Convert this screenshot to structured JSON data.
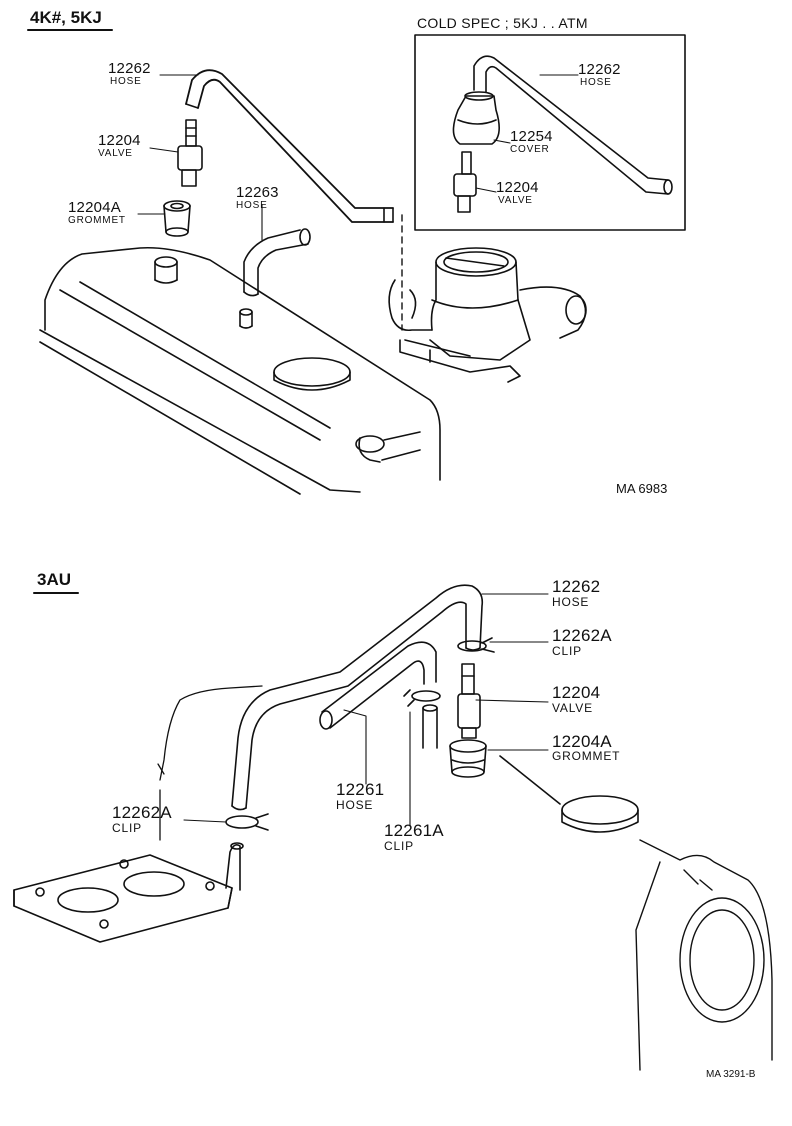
{
  "top": {
    "heading": "4K#, 5KJ",
    "inset_title": "COLD SPEC ; 5KJ . . ATM",
    "code": "MA 6983",
    "callouts": {
      "hose_12262": {
        "num": "12262",
        "name": "HOSE"
      },
      "valve_12204": {
        "num": "12204",
        "name": "VALVE"
      },
      "grommet_12204a": {
        "num": "12204A",
        "name": "GROMMET"
      },
      "hose_12263": {
        "num": "12263",
        "name": "HOSE"
      },
      "inset_hose_12262": {
        "num": "12262",
        "name": "HOSE"
      },
      "inset_cover_12254": {
        "num": "12254",
        "name": "COVER"
      },
      "inset_valve_12204": {
        "num": "12204",
        "name": "VALVE"
      }
    }
  },
  "bottom": {
    "heading": "3AU",
    "code": "MA 3291-B",
    "callouts": {
      "hose_12262": {
        "num": "12262",
        "name": "HOSE"
      },
      "clip_12262a_right": {
        "num": "12262A",
        "name": "CLIP"
      },
      "valve_12204": {
        "num": "12204",
        "name": "VALVE"
      },
      "grommet_12204a": {
        "num": "12204A",
        "name": "GROMMET"
      },
      "hose_12261": {
        "num": "12261",
        "name": "HOSE"
      },
      "clip_12261a": {
        "num": "12261A",
        "name": "CLIP"
      },
      "clip_12262a_left": {
        "num": "12262A",
        "name": "CLIP"
      }
    }
  }
}
